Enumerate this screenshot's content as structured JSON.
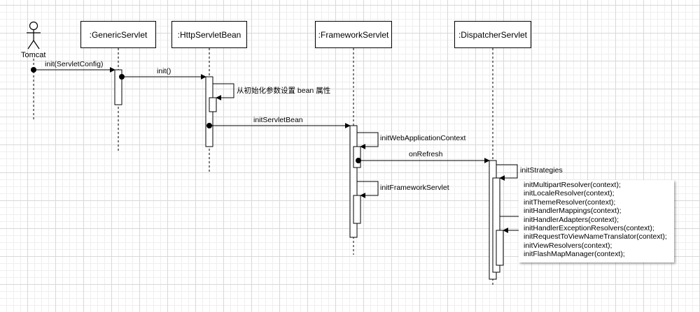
{
  "actor": {
    "label": "Tomcat"
  },
  "participants": [
    {
      "id": "generic",
      "label": ":GenericServlet"
    },
    {
      "id": "httpbean",
      "label": ":HttpServletBean"
    },
    {
      "id": "framework",
      "label": ":FrameworkServlet"
    },
    {
      "id": "dispatcher",
      "label": ":DispatcherServlet"
    }
  ],
  "messages": {
    "init_config": "init(ServletConfig)",
    "init": "init()",
    "set_bean_props": "从初始化参数设置 bean 属性",
    "init_servlet_bean": "initServletBean",
    "init_web_app_context": "initWebApplicationContext",
    "on_refresh": "onRefresh",
    "init_framework_servlet": "initFrameworkServlet",
    "init_strategies": "initStrategies"
  },
  "strategies_note": [
    "initMultipartResolver(context);",
    "initLocaleResolver(context);",
    "initThemeResolver(context);",
    "initHandlerMappings(context);",
    "initHandlerAdapters(context);",
    "initHandlerExceptionResolvers(context);",
    "initRequestToViewNameTranslator(context);",
    "initViewResolvers(context);",
    "initFlashMapManager(context);"
  ]
}
